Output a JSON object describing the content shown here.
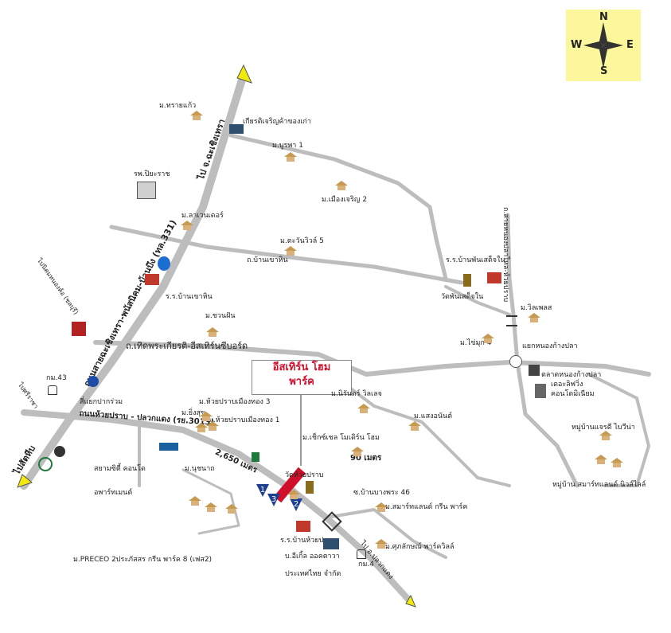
{
  "compass": {
    "n": "N",
    "s": "S",
    "e": "E",
    "w": "W"
  },
  "project": {
    "line1": "อีสเทิร์น โฮม",
    "line2": "พาร์ค"
  },
  "roads": {
    "main": "ถนนสายฉะเชิงเทรา-พนัสนิคม-บ้านบึง (ทล.331)",
    "to_chachoengsao": "ไป จ.ฉะเชิงเทรา",
    "to_sattahip": "ไปสัตหีบ",
    "huai_prap": "ถนนห้วยปราบ - ปลวกแดง (รย.3013)",
    "kiat": "ถ.เทิดพระเกียรติ-อีสเทิร์นซีบอร์ด",
    "ban_khao_hin": "ถ.บ้านเขาหิน",
    "north_east": "ถ.สายหนองปลาไหล-ห้วยปราบ",
    "to_pluak_daeng": "ไป อ.ปลวกแดง",
    "to_nong_khla": "ไปนิคมหนองค้อ (ชลบุรี)",
    "to_si_racha": "ไปศรีราชา"
  },
  "labels": [
    {
      "id": "sai-kaew",
      "text": "ม.ทรายแก้ว"
    },
    {
      "id": "kiat-charoen",
      "text": "เกียรติเจริญค้าของเก่า"
    },
    {
      "id": "burapha",
      "text": "ม.บูรพา 1"
    },
    {
      "id": "piya",
      "text": "รพ.ปิยะราช"
    },
    {
      "id": "mueang-charoen",
      "text": "ม.เมืองเจริญ 2"
    },
    {
      "id": "lavender",
      "text": "ม.ลาเวนเดอร์"
    },
    {
      "id": "tawan",
      "text": "ม.ตะวันวิวล์ 5"
    },
    {
      "id": "school-khao-hin",
      "text": "ร.ร.บ้านเขาหิน"
    },
    {
      "id": "school-phan",
      "text": "ร.ร.บ้านพันเสด็จใน"
    },
    {
      "id": "wat-phan",
      "text": "วัดพันเสด็จใน"
    },
    {
      "id": "chuan-chuen",
      "text": "ม.ชวนฝัน"
    },
    {
      "id": "villes",
      "text": "ม.วิลเพลส"
    },
    {
      "id": "chai-muk",
      "text": "ม.ไข่มุก 4"
    },
    {
      "id": "yaek-nong",
      "text": "แยกหนองก้างปลา"
    },
    {
      "id": "market",
      "text": "ตลาดหนองก้างปลา"
    },
    {
      "id": "condo1",
      "text": "เดอะลิฟวิ่ง"
    },
    {
      "id": "condo2",
      "text": "คอนโดมิเนียม"
    },
    {
      "id": "km43",
      "text": "กม.43"
    },
    {
      "id": "si-yaek",
      "text": "สี่แยกปากร่วม"
    },
    {
      "id": "nirun",
      "text": "ม.นิรันดร์ วิลเลจ"
    },
    {
      "id": "saeng",
      "text": "ม.แสงอนันต์"
    },
    {
      "id": "saen-suk",
      "text": "ม.ยิ่งสุข"
    },
    {
      "id": "huai-prap3",
      "text": "ม.ห้วยปราบเมืองทอง 3"
    },
    {
      "id": "huai-prap1",
      "text": "ม.ห้วยปราบเมืองทอง 1"
    },
    {
      "id": "chok",
      "text": "ม.เช็กซ์เชล โมเดิร์น โฮม"
    },
    {
      "id": "ban-chuen",
      "text": "หมู่บ้านแจรดี ไบวีน่า"
    },
    {
      "id": "smart-land",
      "text": "หมู่บ้าน สมาร์ทแลนด์ นิวส์ไลล์"
    },
    {
      "id": "saam-city",
      "text": "สยามซิตี้ คอนโด"
    },
    {
      "id": "apartment",
      "text": "อพาร์ทเมนต์"
    },
    {
      "id": "nu-cha",
      "text": "ม.นุชนาถ"
    },
    {
      "id": "wat-huai",
      "text": "วัดห้วยปราบ"
    },
    {
      "id": "soi46",
      "text": "ซ.บ้านบางพระ 46"
    },
    {
      "id": "smart-green",
      "text": "ม.สมาร์ทแลนด์ กรีน พาร์ค"
    },
    {
      "id": "school-huai",
      "text": "ร.ร.บ้านห้วยปราบ"
    },
    {
      "id": "eagle1",
      "text": "บ.อีเกิ้ล ออคตาวา"
    },
    {
      "id": "eagle2",
      "text": "ประเทศไทย จำกัด"
    },
    {
      "id": "suk",
      "text": "ม.ศุภลักษณ์ พาร์ควิลล์"
    },
    {
      "id": "km4",
      "text": "กม.4"
    },
    {
      "id": "preceo",
      "text": "ม.PRECEO 2ประภัสสร กรีน พาร์ค 8 (เฟส2)"
    }
  ],
  "distances": {
    "d1": "2,650 เมตร",
    "d2": "90 เมตร"
  },
  "markers": {
    "m1": "1",
    "m2": "2",
    "m3": "3"
  },
  "colors": {
    "road": "#bdbdbd",
    "roof": "#c79a52",
    "roof_dark": "#b5332a",
    "project": "#d0102a",
    "arrow": "#f2e90e",
    "compass_bg": "#fbf79a"
  }
}
